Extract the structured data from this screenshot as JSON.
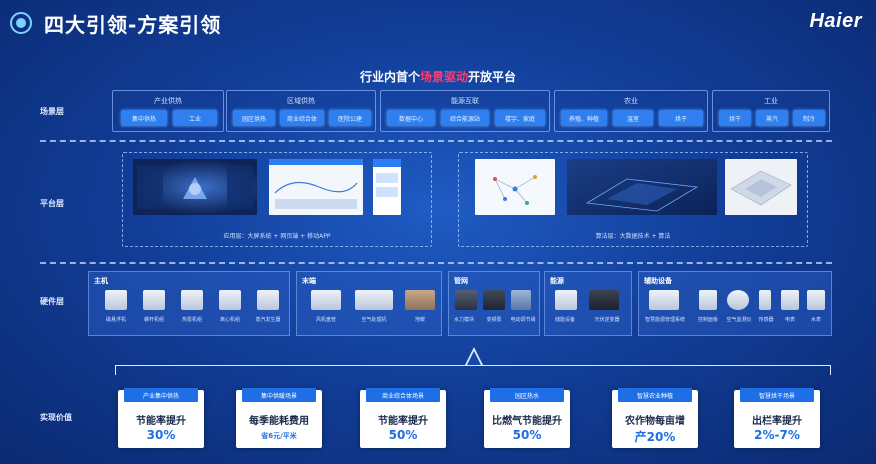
{
  "header": {
    "title": "四大引领-方案引领",
    "logo": "Haier"
  },
  "platform_title": {
    "before": "行业内首个",
    "highlight": "场景驱动",
    "after": "开放平台"
  },
  "row_labels": {
    "scenario": "场景层",
    "platform": "平台层",
    "devices": "硬件层",
    "value": "实现价值"
  },
  "scenario_groups": [
    {
      "title": "产业供热",
      "buttons": [
        "集中供热",
        "工业"
      ]
    },
    {
      "title": "区域供热",
      "buttons": [
        "园区供热",
        "商业综合体",
        "医院公建"
      ]
    },
    {
      "title": "能源互联",
      "buttons": [
        "数据中心",
        "综合能源站",
        "楼宇、家庭"
      ]
    },
    {
      "title": "农业",
      "buttons": [
        "养殖、种植",
        "温室",
        "烘干"
      ]
    },
    {
      "title": "工业",
      "buttons": [
        "烘干",
        "蒸汽",
        "制冷"
      ]
    }
  ],
  "platform_boxes": [
    {
      "caption": "应用层：大屏系统 + 网页端 + 移动APP"
    },
    {
      "caption": "算法层：大数据技术 + 算法"
    }
  ],
  "device_panels": [
    {
      "title": "主机",
      "items": [
        "磁悬浮机",
        "螺杆机组",
        "热泵机组",
        "离心机组",
        "蒸汽发生器"
      ]
    },
    {
      "title": "末端",
      "items": [
        "风机盘管",
        "空气处理机",
        "地暖"
      ]
    },
    {
      "title": "管网",
      "items": [
        "水力模块",
        "变频泵",
        "电动调节阀"
      ]
    },
    {
      "title": "能源",
      "items": [
        "储能设备",
        "光伏逆变器"
      ]
    },
    {
      "title": "辅助设备",
      "items": [
        "智慧能源管理系统",
        "控制面板",
        "空气监测仪",
        "传感器",
        "电表",
        "水表"
      ]
    }
  ],
  "value_cards": [
    {
      "head": "产业集中供热",
      "desc": "节能率提升",
      "value": "30%"
    },
    {
      "head": "集中供暖场景",
      "desc": "每季能耗费用",
      "value": "省6元/平米"
    },
    {
      "head": "商业综合体场景",
      "desc": "节能率提升",
      "value": "50%"
    },
    {
      "head": "园区热水",
      "desc": "比燃气节能提升",
      "value": "50%"
    },
    {
      "head": "智慧农业种植",
      "desc": "农作物每亩增",
      "value": "产20%"
    },
    {
      "head": "智慧烘干场景",
      "desc": "出栏率提升",
      "value": "2%-7%"
    }
  ],
  "colors": {
    "background": "#123f9a",
    "accent": "#1e6ee6",
    "highlight": "#ff3b6b"
  }
}
